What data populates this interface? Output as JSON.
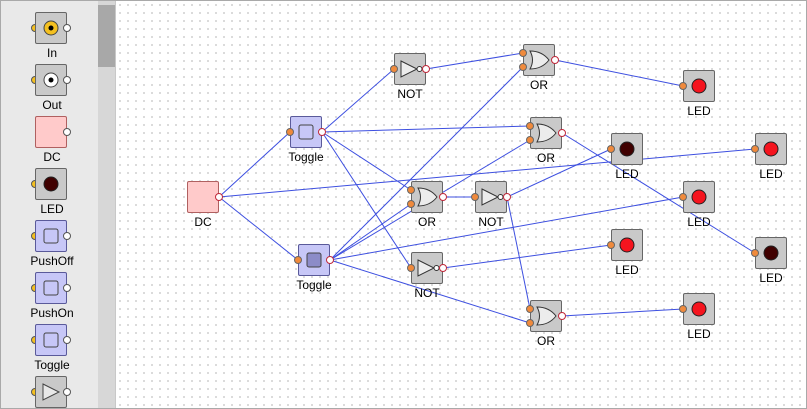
{
  "palette": {
    "items": [
      {
        "label": "In",
        "icon": "input-icon"
      },
      {
        "label": "Out",
        "icon": "output-icon"
      },
      {
        "label": "DC",
        "icon": "dc-source-icon"
      },
      {
        "label": "LED",
        "icon": "led-icon"
      },
      {
        "label": "PushOff",
        "icon": "pushoff-button-icon"
      },
      {
        "label": "PushOn",
        "icon": "pushon-button-icon"
      },
      {
        "label": "Toggle",
        "icon": "toggle-switch-icon"
      },
      {
        "label": "",
        "icon": "buffer-gate-icon"
      }
    ]
  },
  "circuit": {
    "components": [
      {
        "id": "dc",
        "type": "DC",
        "label": "DC"
      },
      {
        "id": "t1",
        "type": "Toggle",
        "label": "Toggle"
      },
      {
        "id": "t2",
        "type": "Toggle",
        "label": "Toggle"
      },
      {
        "id": "not1",
        "type": "NOT",
        "label": "NOT"
      },
      {
        "id": "not2",
        "type": "NOT",
        "label": "NOT"
      },
      {
        "id": "not3",
        "type": "NOT",
        "label": "NOT"
      },
      {
        "id": "or1",
        "type": "OR",
        "label": "OR"
      },
      {
        "id": "or2",
        "type": "OR",
        "label": "OR"
      },
      {
        "id": "or3",
        "type": "OR",
        "label": "OR"
      },
      {
        "id": "or4",
        "type": "OR",
        "label": "OR"
      },
      {
        "id": "led1",
        "type": "LED",
        "label": "LED",
        "on": true
      },
      {
        "id": "led2",
        "type": "LED",
        "label": "LED",
        "on": false
      },
      {
        "id": "led3",
        "type": "LED",
        "label": "LED",
        "on": true
      },
      {
        "id": "led4",
        "type": "LED",
        "label": "LED",
        "on": true
      },
      {
        "id": "led5",
        "type": "LED",
        "label": "LED",
        "on": true
      },
      {
        "id": "led6",
        "type": "LED",
        "label": "LED",
        "on": false
      },
      {
        "id": "led7",
        "type": "LED",
        "label": "LED",
        "on": true
      }
    ],
    "wires": [
      [
        "dc.out",
        "t1.in"
      ],
      [
        "dc.out",
        "t2.in"
      ],
      [
        "dc.out",
        "led3.in"
      ],
      [
        "t1.out",
        "not1.in"
      ],
      [
        "t1.out",
        "or2.in1"
      ],
      [
        "t1.out",
        "or3.in1"
      ],
      [
        "t1.out",
        "not3.in"
      ],
      [
        "t2.out",
        "or1.in2"
      ],
      [
        "t2.out",
        "or3.in2"
      ],
      [
        "t2.out",
        "led4.in"
      ],
      [
        "t2.out",
        "or4.in2"
      ],
      [
        "t2.out",
        "or2.in2"
      ],
      [
        "not1.out",
        "or1.in1"
      ],
      [
        "or1.out",
        "led1.in"
      ],
      [
        "or2.out",
        "led6.in"
      ],
      [
        "or3.out",
        "not2.in"
      ],
      [
        "not2.out",
        "led2.in"
      ],
      [
        "not2.out",
        "or4.in1"
      ],
      [
        "not3.out",
        "led5.in"
      ],
      [
        "or4.out",
        "led7.in"
      ]
    ]
  },
  "colors": {
    "wire": "#3d4fe0",
    "gate_fill": "#c9c9c9",
    "toggle_fill": "#c7c7f7",
    "dc_fill": "#ffcaca",
    "led_on": "#f5141e",
    "led_off": "#400000",
    "pin_input": "#f4c020",
    "pin_input_connected": "#f08a3c"
  }
}
